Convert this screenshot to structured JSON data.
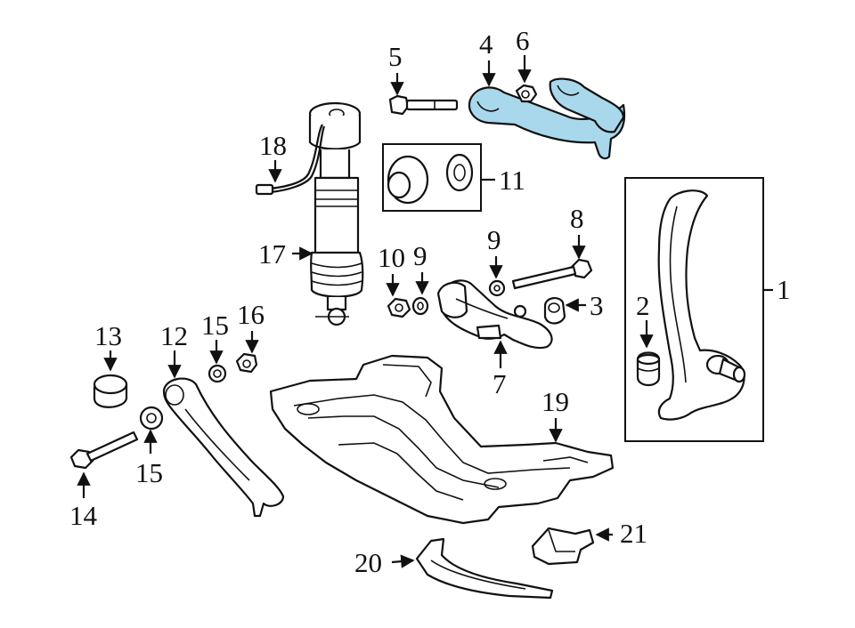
{
  "callouts": {
    "c1": "1",
    "c2": "2",
    "c3": "3",
    "c4": "4",
    "c5": "5",
    "c6": "6",
    "c7": "7",
    "c8": "8",
    "c9a": "9",
    "c9b": "9",
    "c10": "10",
    "c11": "11",
    "c12": "12",
    "c13": "13",
    "c14": "14",
    "c15a": "15",
    "c15b": "15",
    "c16": "16",
    "c17": "17",
    "c18": "18",
    "c19": "19",
    "c20": "20",
    "c21": "21"
  },
  "colors": {
    "highlight": "#a9d8ec",
    "line": "#111111",
    "background": "#ffffff"
  }
}
